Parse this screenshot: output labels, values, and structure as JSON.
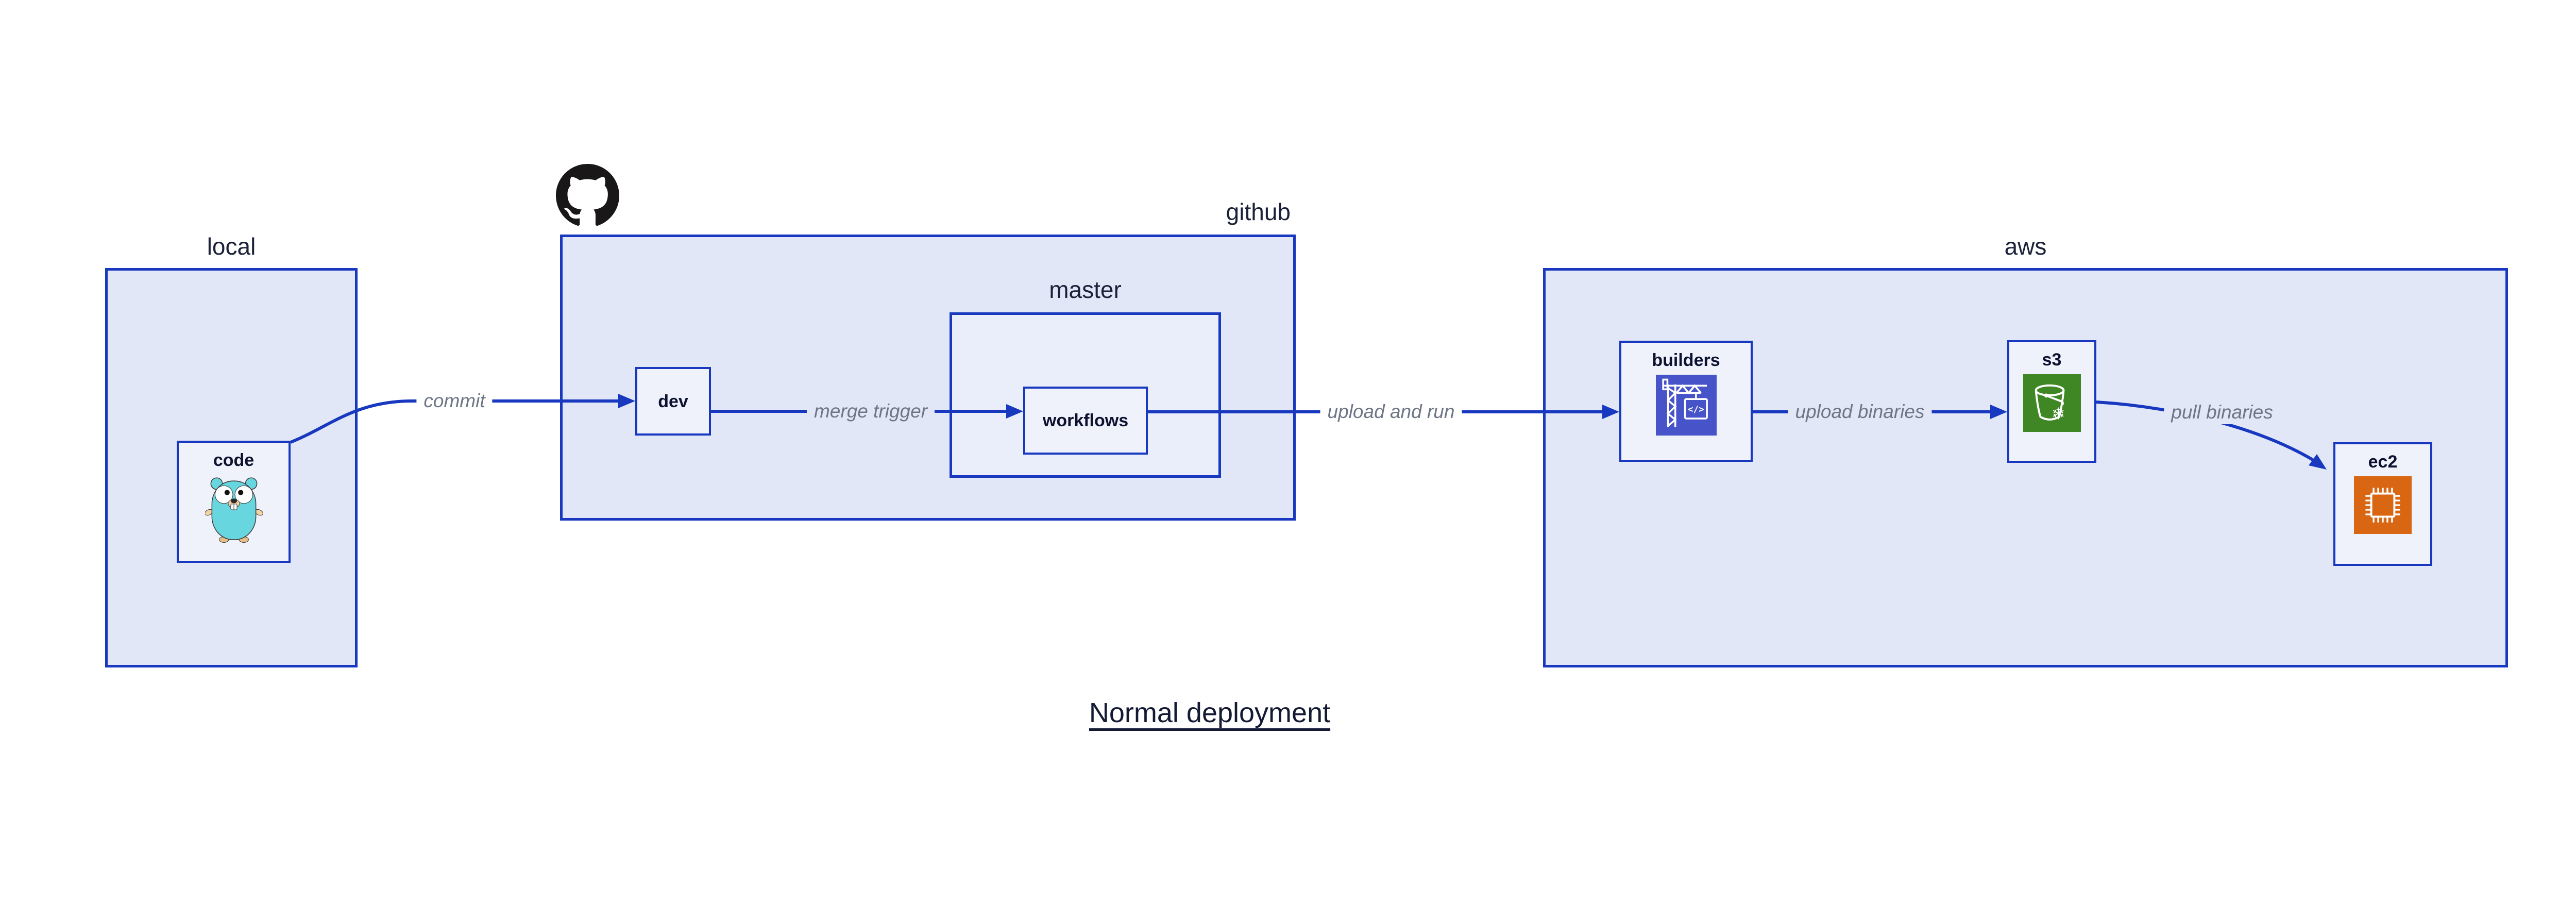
{
  "title": {
    "text": "Normal deployment"
  },
  "containers": {
    "local": {
      "label": "local"
    },
    "github": {
      "label": "github"
    },
    "master": {
      "label": "master"
    },
    "aws": {
      "label": "aws"
    }
  },
  "nodes": {
    "code": {
      "label": "code"
    },
    "dev": {
      "label": "dev"
    },
    "workflows": {
      "label": "workflows"
    },
    "builders": {
      "label": "builders"
    },
    "s3": {
      "label": "s3"
    },
    "ec2": {
      "label": "ec2"
    }
  },
  "edges": {
    "commit": {
      "label": "commit"
    },
    "merge_trigger": {
      "label": "merge trigger"
    },
    "upload_and_run": {
      "label": "upload and run"
    },
    "upload_binaries": {
      "label": "upload binaries"
    },
    "pull_binaries": {
      "label": "pull binaries"
    }
  },
  "icons": {
    "octocat": "github-octocat-icon",
    "gopher": "go-gopher-icon",
    "builders": "codebuild-crane-icon",
    "builders_glyph": "</>",
    "s3": "s3-glacier-bucket-icon",
    "ec2": "ec2-chip-icon"
  },
  "colors": {
    "border_blue": "#1738BF",
    "container_fill": "#E2E7F7",
    "master_fill": "#EAEEFA",
    "node_fill": "#EFF2FB",
    "edge_label_gray": "#6E7585",
    "text_navy": "#141A33",
    "codebuild_indigo": "#4753C8",
    "s3_green": "#3F8624",
    "ec2_orange": "#D86613",
    "gopher_teal": "#67D6DF",
    "octocat_black": "#191717"
  }
}
